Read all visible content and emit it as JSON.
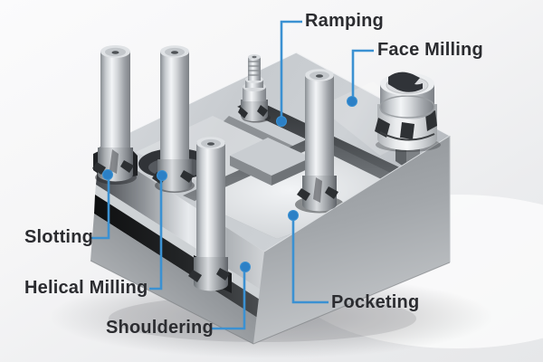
{
  "illustration": {
    "labels": {
      "ramping": "Ramping",
      "face_milling": "Face Milling",
      "slotting": "Slotting",
      "helical_milling": "Helical Milling",
      "shouldering": "Shouldering",
      "pocketing": "Pocketing"
    },
    "colors": {
      "leader_line": "#3b91d2",
      "callout_dot": "#2c80c6",
      "label_text": "#2b2c30"
    }
  }
}
